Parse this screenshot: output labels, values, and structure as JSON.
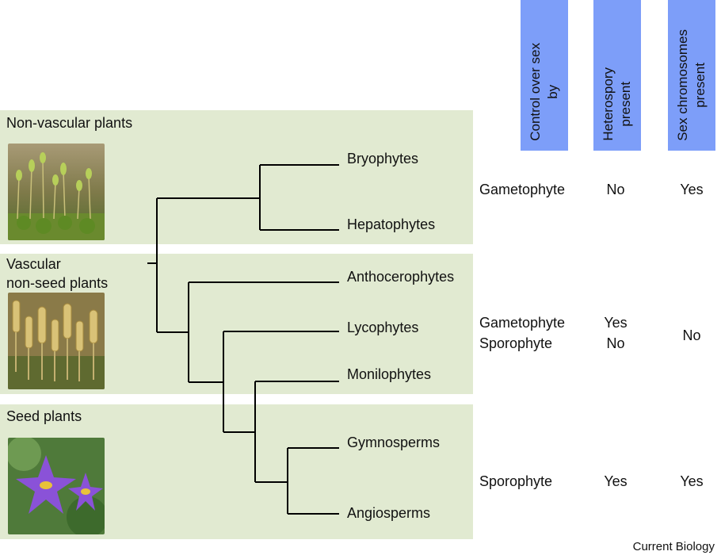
{
  "colors": {
    "band": "#e1ead1",
    "header": "#7d9ef9",
    "line": "#000000"
  },
  "groups": [
    {
      "label": "Non-vascular plants",
      "icon": "moss-sporophytes-photo"
    },
    {
      "label": "Vascular\nnon-seed plants",
      "icon": "clubmoss-strobili-photo"
    },
    {
      "label": "Seed plants",
      "icon": "purple-flowers-photo"
    }
  ],
  "taxa": [
    "Bryophytes",
    "Hepatophytes",
    "Anthocerophytes",
    "Lycophytes",
    "Monilophytes",
    "Gymnosperms",
    "Angiosperms"
  ],
  "table": {
    "headers": [
      "Control over sex\nby",
      "Heterospory\npresent",
      "Sex chromosomes\npresent"
    ],
    "rows": [
      {
        "control": "Gametophyte",
        "heterospory": "No",
        "sex_chromosomes": "Yes"
      },
      {
        "control": "Gametophyte\nSporophyte",
        "heterospory": "Yes\nNo",
        "sex_chromosomes": "No"
      },
      {
        "control": "Sporophyte",
        "heterospory": "Yes",
        "sex_chromosomes": "Yes"
      }
    ]
  },
  "credit": "Current Biology"
}
